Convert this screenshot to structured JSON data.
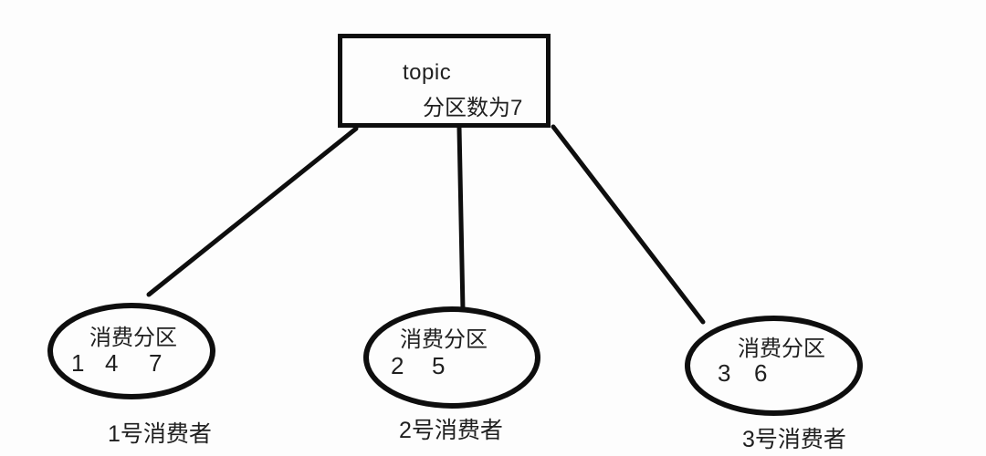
{
  "topic_box": {
    "title": "topic",
    "subtitle": "分区数为7"
  },
  "consumers": [
    {
      "name": "1号消费者",
      "partition_label": "消费分区",
      "partitions": [
        "1",
        "4",
        "7"
      ]
    },
    {
      "name": "2号消费者",
      "partition_label": "消费分区",
      "partitions": [
        "2",
        "5"
      ]
    },
    {
      "name": "3号消费者",
      "partition_label": "消费分区",
      "partitions": [
        "3",
        "6"
      ]
    }
  ],
  "colors": {
    "line": "#0e0e0e",
    "text": "#1f1f1f",
    "background": "#fdfdfd"
  }
}
